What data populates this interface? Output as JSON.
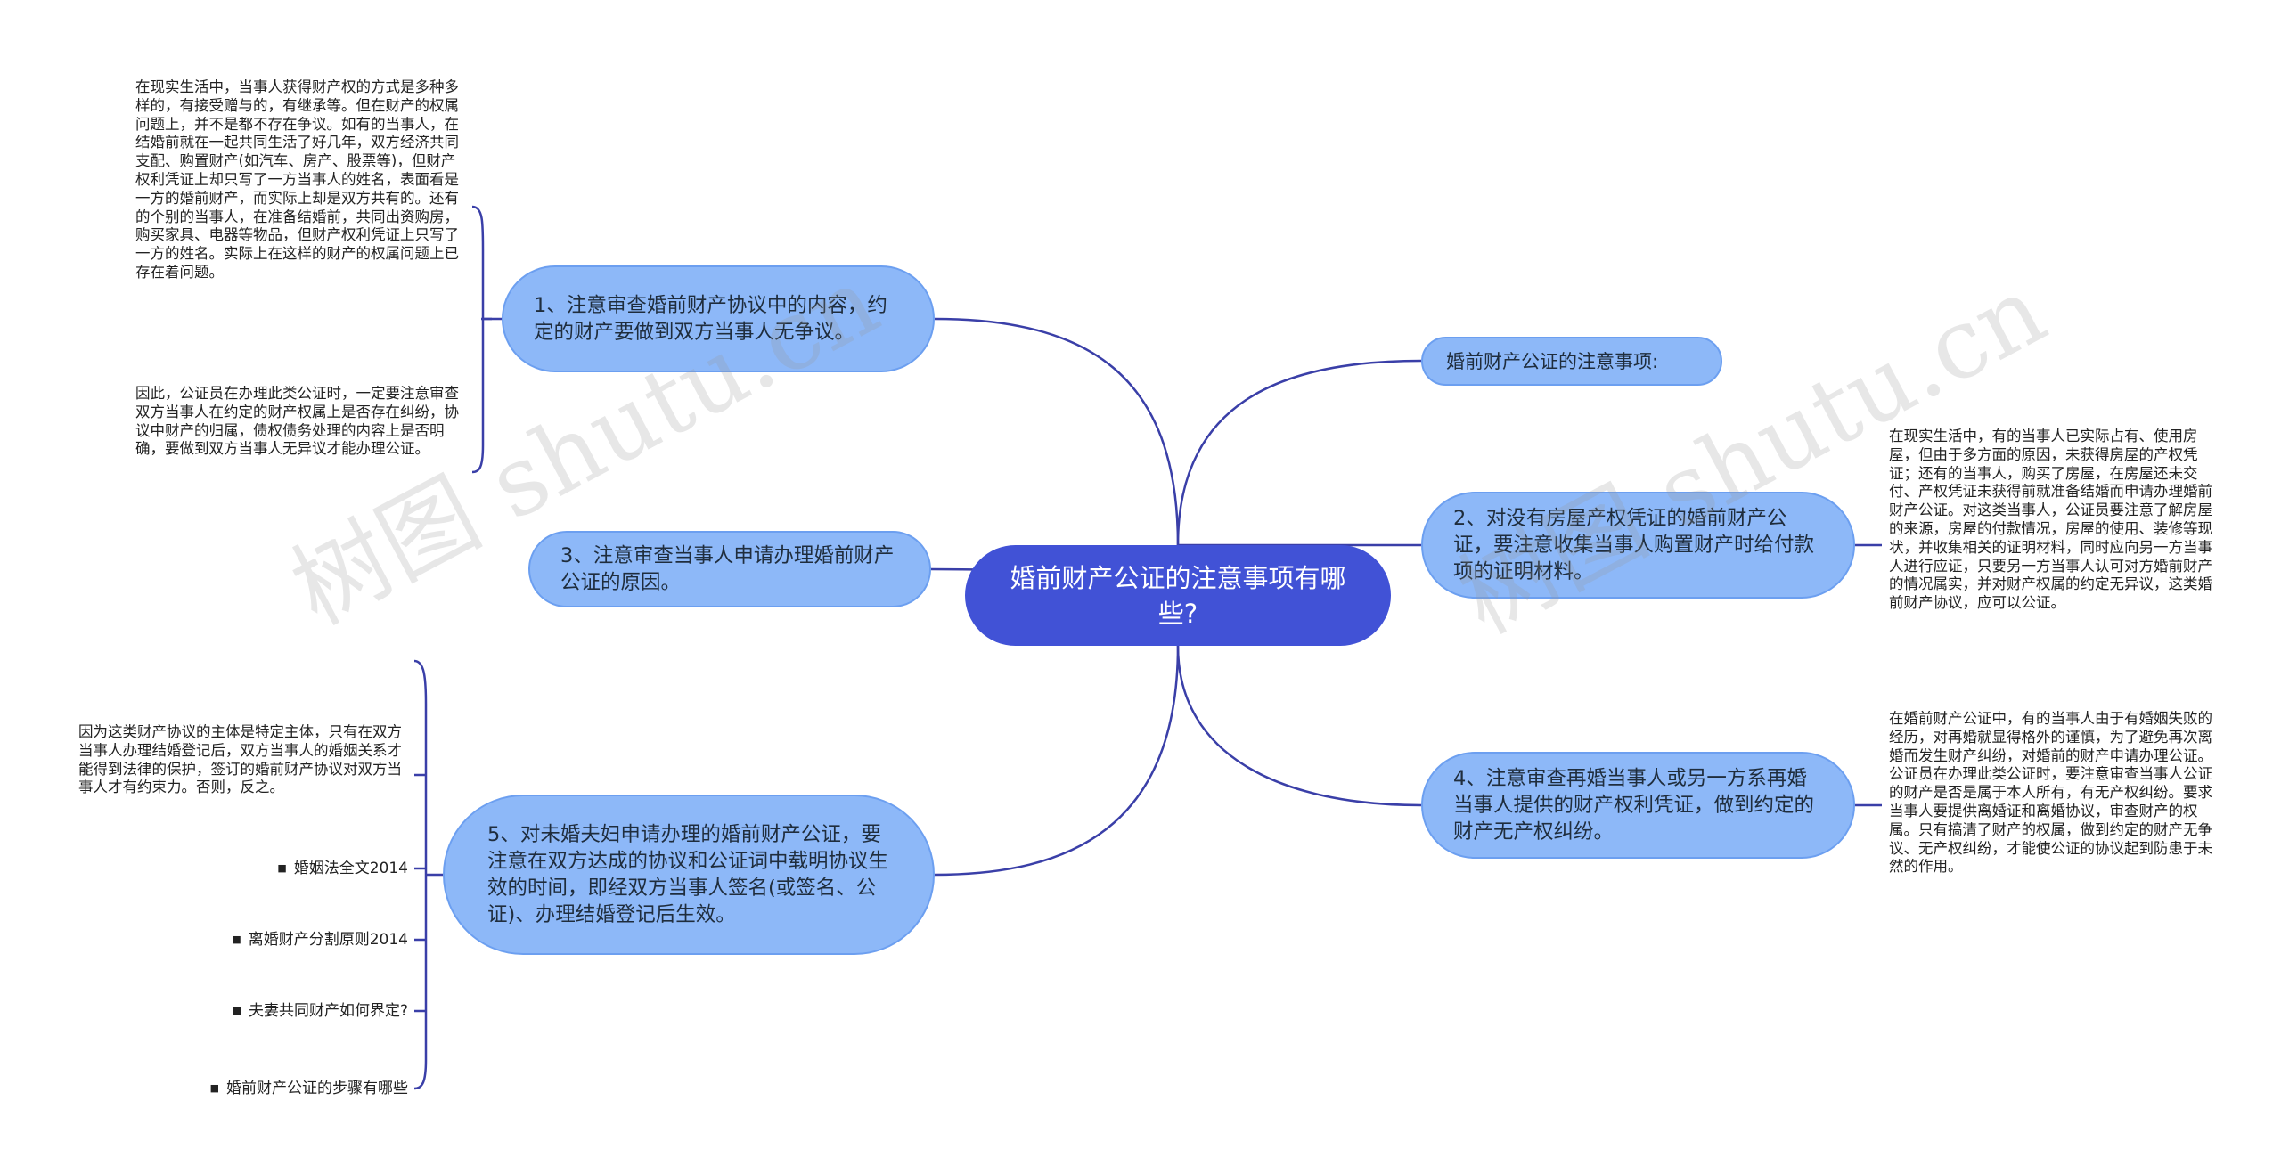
{
  "center": {
    "title": "婚前财产公证的注意事项有哪些?"
  },
  "topics": {
    "n1": "1、注意审查婚前财产协议中的内容，约定的财产要做到双方当事人无争议。",
    "n3": "3、注意审查当事人申请办理婚前财产公证的原因。",
    "n5": "5、对未婚夫妇申请办理的婚前财产公证，要注意在双方达成的协议和公证词中载明协议生效的时间，即经双方当事人签名(或签名、公证)、办理结婚登记后生效。",
    "nt": "婚前财产公证的注意事项:",
    "n2": "2、对没有房屋产权凭证的婚前财产公证，要注意收集当事人购置财产时给付款项的证明材料。",
    "n4": "4、注意审查再婚当事人或另一方系再婚当事人提供的财产权利凭证，做到约定的财产无产权纠纷。"
  },
  "notes": {
    "note1": "在现实生活中，当事人获得财产权的方式是多种多样的，有接受赠与的，有继承等。但在财产的权属问题上，并不是都不存在争议。如有的当事人，在结婚前就在一起共同生活了好几年，双方经济共同支配、购置财产(如汽车、房产、股票等)，但财产权利凭证上却只写了一方当事人的姓名，表面看是一方的婚前财产，而实际上却是双方共有的。还有的个别的当事人，在准备结婚前，共同出资购房，购买家具、电器等物品，但财产权利凭证上只写了一方的姓名。实际上在这样的财产的权属问题上已存在着问题。",
    "note1b": "因此，公证员在办理此类公证时，一定要注意审查双方当事人在约定的财产权属上是否存在纠纷，协议中财产的归属，债权债务处理的内容上是否明确，要做到双方当事人无异议才能办理公证。",
    "note5": "因为这类财产协议的主体是特定主体，只有在双方当事人办理结婚登记后，双方当事人的婚姻关系才能得到法律的保护，签订的婚前财产协议对双方当事人才有约束力。否则，反之。",
    "note2": "在现实生活中，有的当事人已实际占有、使用房屋，但由于多方面的原因，未获得房屋的产权凭证；还有的当事人，购买了房屋，在房屋还未交付、产权凭证未获得前就准备结婚而申请办理婚前财产公证。对这类当事人，公证员要注意了解房屋的来源，房屋的付款情况，房屋的使用、装修等现状，并收集相关的证明材料，同时应向另一方当事人进行应证，只要另一方当事人认可对方婚前财产的情况属实，并对财产权属的约定无异议，这类婚前财产协议，应可以公证。",
    "note4": "在婚前财产公证中，有的当事人由于有婚姻失败的经历，对再婚就显得格外的谨慎，为了避免再次离婚而发生财产纠纷，对婚前的财产申请办理公证。公证员在办理此类公证时，要注意审查当事人公证的财产是否是属于本人所有，有无产权纠纷。要求当事人要提供离婚证和离婚协议，审查财产的权属。只有搞清了财产的权属，做到约定的财产无争议、无产权纠纷，才能使公证的协议起到防患于未然的作用。"
  },
  "links": [
    "婚姻法全文2014",
    "离婚财产分割原则2014",
    "夫妻共同财产如何界定?",
    "婚前财产公证的步骤有哪些"
  ],
  "watermarks": [
    "树图 shutu.cn",
    "树图 shutu.cn"
  ],
  "colors": {
    "center_fill": "#4152d6",
    "topic_fill": "#8db8f8",
    "topic_border": "#6c9ff0",
    "connector": "#3a3fa8"
  }
}
